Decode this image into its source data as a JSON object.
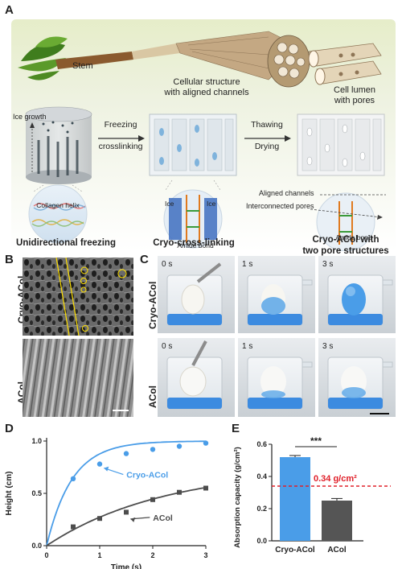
{
  "panels": {
    "A": "A",
    "B": "B",
    "C": "C",
    "D": "D",
    "E": "E"
  },
  "panel_a": {
    "stem": "Stem",
    "cellular_1": "Cellular structure",
    "cellular_2": "with aligned channels",
    "lumen_1": "Cell lumen",
    "lumen_2": "with pores",
    "ice_growth": "Ice growth",
    "collagen_helix": "Collagen helix",
    "freezing_1": "Freezing",
    "freezing_2": "crosslinking",
    "thawing_1": "Thawing",
    "thawing_2": "Drying",
    "ice_left": "Ice",
    "ice_right": "Ice",
    "amide_bond_1": "Amide bond",
    "aligned_channels": "Aligned channels",
    "interconnected_pores": "Interconnected pores",
    "amide_bond_2": "Amide bond",
    "step1": "Unidirectional freezing",
    "step2": "Cryo-cross-linking",
    "step3_1": "Cryo-ACol with",
    "step3_2": "two pore structures"
  },
  "panel_b": {
    "top": "Cryo-ACol",
    "bottom": "ACol"
  },
  "panel_c": {
    "row1": "Cryo-ACol",
    "row2": "ACol",
    "times": [
      "0 s",
      "1 s",
      "3 s"
    ]
  },
  "chart_data": [
    {
      "type": "line",
      "panel": "D",
      "xlabel": "Time (s)",
      "ylabel": "Height (cm)",
      "xlim": [
        0,
        3
      ],
      "ylim": [
        0,
        1.0
      ],
      "xticks": [
        "0",
        "1",
        "2",
        "3"
      ],
      "yticks": [
        "0.0",
        "0.5",
        "1.0"
      ],
      "series": [
        {
          "name": "Cryo-ACol",
          "color": "#4a9de8",
          "x": [
            0.5,
            1.0,
            1.5,
            2.0,
            2.5,
            3.0
          ],
          "y": [
            0.64,
            0.78,
            0.88,
            0.92,
            0.95,
            0.98
          ]
        },
        {
          "name": "ACol",
          "color": "#4d4d4d",
          "x": [
            0.5,
            1.0,
            1.5,
            2.0,
            2.5,
            3.0
          ],
          "y": [
            0.18,
            0.26,
            0.32,
            0.44,
            0.51,
            0.55
          ]
        }
      ]
    },
    {
      "type": "bar",
      "panel": "E",
      "ylabel": "Absorption capacity (g/cm²)",
      "categories": [
        "Cryo-ACol",
        "ACol"
      ],
      "values": [
        0.52,
        0.25
      ],
      "errors": [
        0.01,
        0.013
      ],
      "colors": [
        "#4a9de8",
        "#555555"
      ],
      "ylim": [
        0,
        0.6
      ],
      "yticks": [
        "0.0",
        "0.2",
        "0.4",
        "0.6"
      ],
      "threshold": 0.34,
      "threshold_label": "0.34 g/cm²",
      "threshold_color": "#e0202a",
      "significance": "***"
    }
  ]
}
